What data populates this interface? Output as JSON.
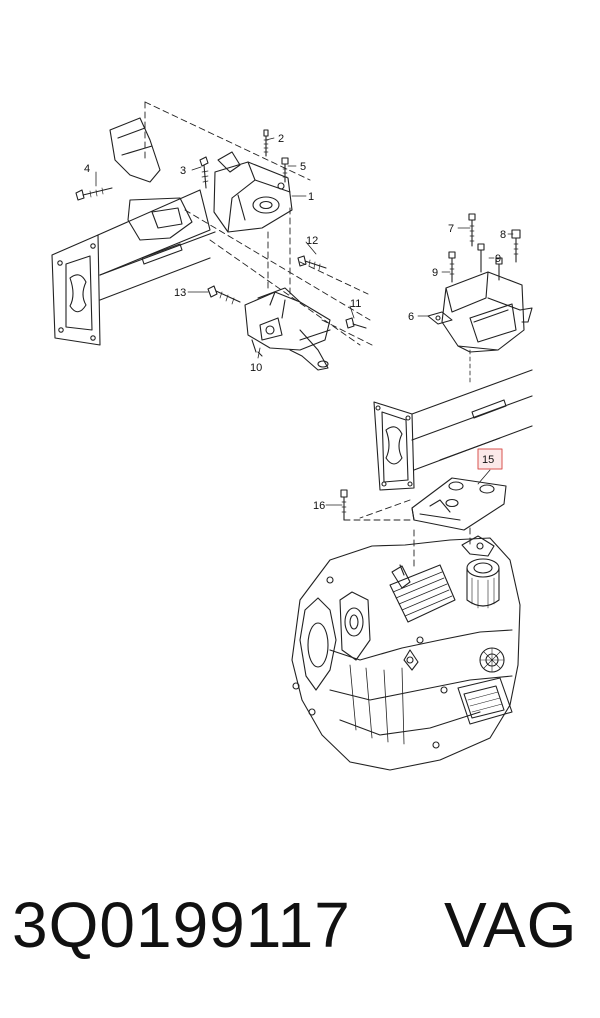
{
  "diagram": {
    "callouts": {
      "c1": "1",
      "c2": "2",
      "c3": "3",
      "c4": "4",
      "c5": "5",
      "c6": "6",
      "c7": "7",
      "c8": "8",
      "c9a": "9",
      "c9b": "9",
      "c10": "10",
      "c11": "11",
      "c12": "12",
      "c13": "13",
      "c15": "15",
      "c16": "16"
    },
    "highlight_color": "#d9534f"
  },
  "footer": {
    "part_number": "3Q0199117",
    "brand": "VAG"
  }
}
